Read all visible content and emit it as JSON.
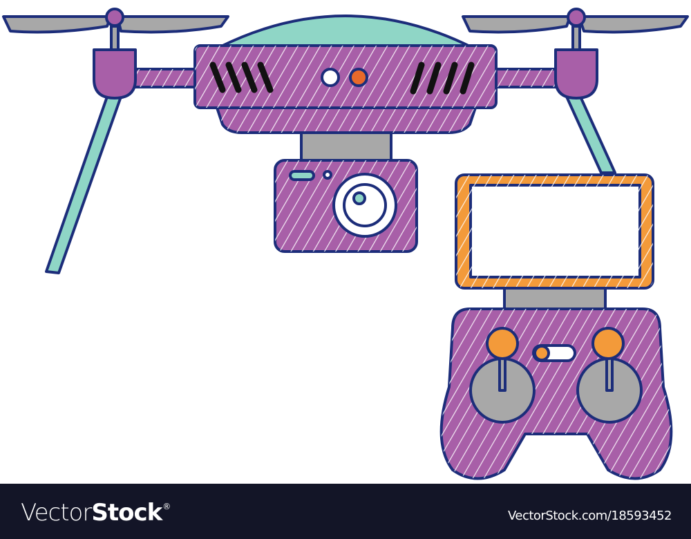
{
  "illustration": {
    "subject": "Drone with camera and remote controller with screen",
    "style": "doodle / hatched color fill",
    "colors": {
      "outline": "#1c2d7a",
      "body_purple": "#a85fa8",
      "mint": "#8fd6c6",
      "gray": "#a8a8a8",
      "orange": "#f39a3a",
      "dark_orange": "#e8692a",
      "black": "#111111",
      "white": "#ffffff"
    }
  },
  "footer": {
    "brand_light": "Vector",
    "brand_bold": "Stock",
    "brand_mark": "®",
    "url": "VectorStock.com/18593452",
    "background": "#131527"
  }
}
